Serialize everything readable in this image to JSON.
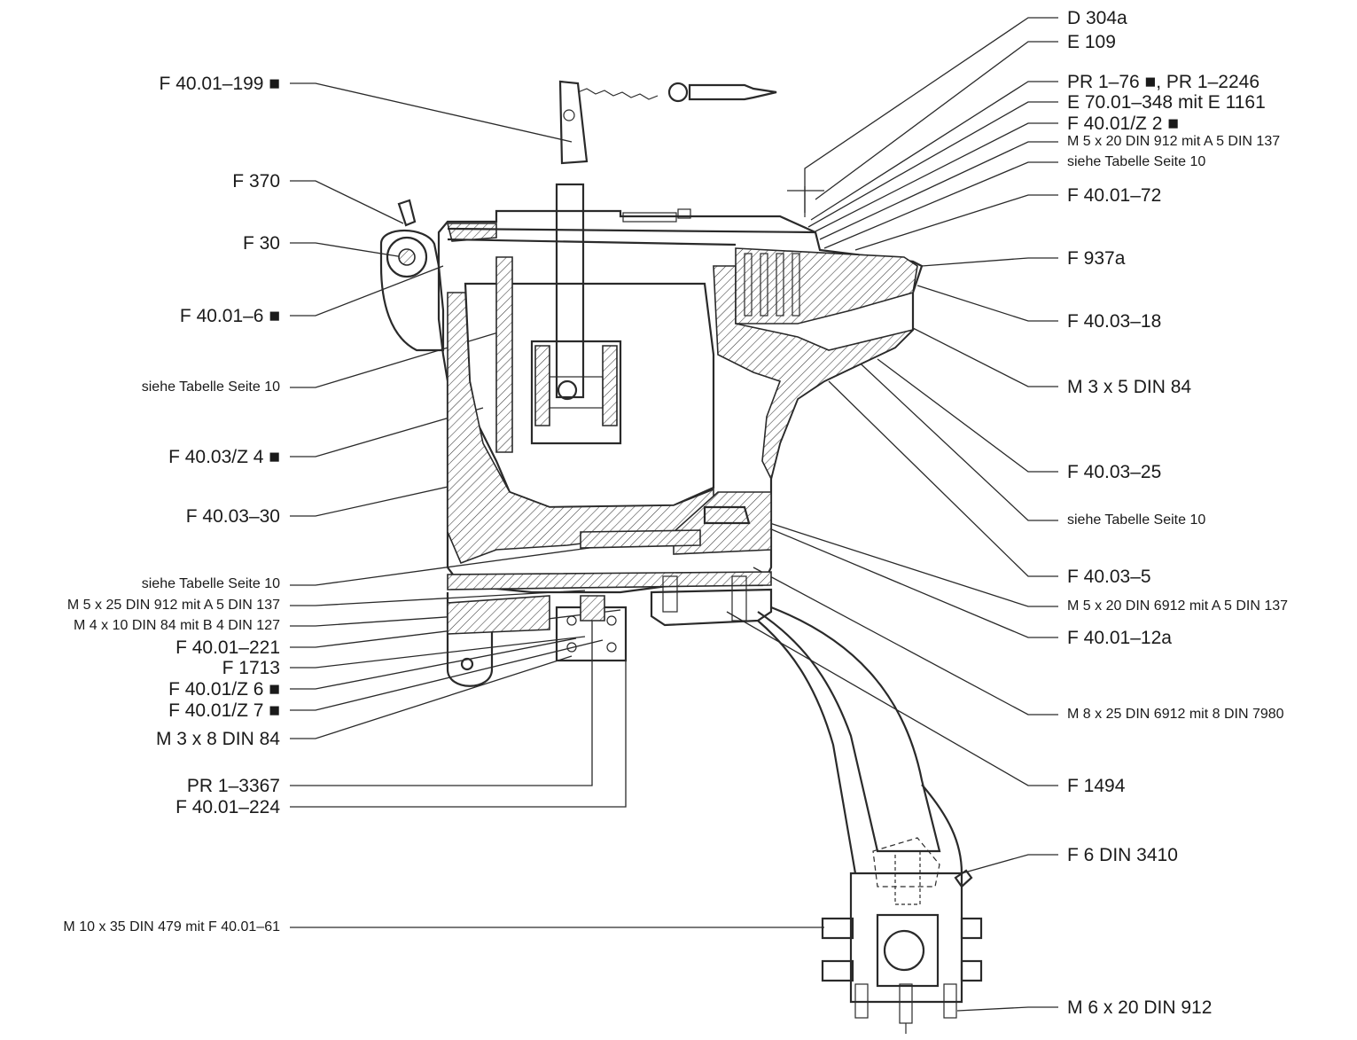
{
  "labels_left": [
    {
      "id": "l1",
      "text": "F 40.01–199 ■"
    },
    {
      "id": "l2",
      "text": "F 370"
    },
    {
      "id": "l3",
      "text": "F 30"
    },
    {
      "id": "l4",
      "text": "F 40.01–6 ■"
    },
    {
      "id": "l5",
      "text": "siehe Tabelle Seite 10"
    },
    {
      "id": "l6",
      "text": "F 40.03/Z 4 ■"
    },
    {
      "id": "l7",
      "text": "F 40.03–30"
    },
    {
      "id": "l8",
      "text": "siehe Tabelle Seite 10"
    },
    {
      "id": "l9",
      "text": "M 5 x 25 DIN 912 mit A 5 DIN 137"
    },
    {
      "id": "l10",
      "text": "M 4 x 10 DIN 84 mit B 4 DIN 127"
    },
    {
      "id": "l11",
      "text": "F 40.01–221"
    },
    {
      "id": "l12",
      "text": "F 1713"
    },
    {
      "id": "l13",
      "text": "F 40.01/Z 6 ■"
    },
    {
      "id": "l14",
      "text": "F 40.01/Z 7 ■"
    },
    {
      "id": "l15",
      "text": "M 3 x 8 DIN 84"
    },
    {
      "id": "l16",
      "text": "PR 1–3367"
    },
    {
      "id": "l17",
      "text": "F 40.01–224"
    },
    {
      "id": "l18",
      "text": "M 10 x 35 DIN 479 mit F 40.01–61"
    }
  ],
  "labels_right": [
    {
      "id": "r1",
      "text": "D 304a"
    },
    {
      "id": "r2",
      "text": "E 109"
    },
    {
      "id": "r3",
      "text": "PR 1–76 ■, PR 1–2246"
    },
    {
      "id": "r4",
      "text": "E 70.01–348 mit E 1161"
    },
    {
      "id": "r5",
      "text": "F 40.01/Z 2 ■"
    },
    {
      "id": "r6",
      "text": "M 5 x 20 DIN 912 mit A 5 DIN 137"
    },
    {
      "id": "r7",
      "text": "siehe Tabelle Seite 10"
    },
    {
      "id": "r8",
      "text": "F 40.01–72"
    },
    {
      "id": "r9",
      "text": "F 937a"
    },
    {
      "id": "r10",
      "text": "F 40.03–18"
    },
    {
      "id": "r11",
      "text": "M 3 x 5 DIN 84"
    },
    {
      "id": "r12",
      "text": "F 40.03–25"
    },
    {
      "id": "r13",
      "text": "siehe Tabelle Seite 10"
    },
    {
      "id": "r14",
      "text": "F 40.03–5"
    },
    {
      "id": "r15",
      "text": "M 5 x 20 DIN 6912 mit A 5 DIN 137"
    },
    {
      "id": "r16",
      "text": "F 40.01–12a"
    },
    {
      "id": "r17",
      "text": "M 8 x 25 DIN 6912 mit 8 DIN 7980"
    },
    {
      "id": "r18",
      "text": "F 1494"
    },
    {
      "id": "r19",
      "text": "F 6 DIN 3410"
    },
    {
      "id": "r20",
      "text": "M 6 x 20 DIN 912"
    }
  ]
}
